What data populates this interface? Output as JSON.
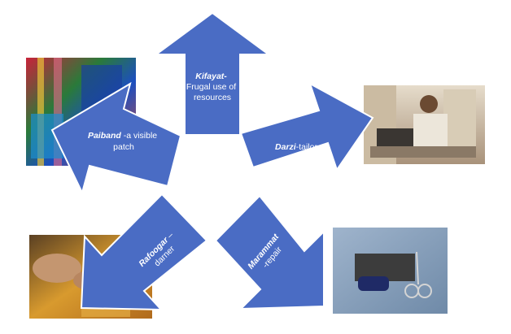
{
  "diagram": {
    "center_color": "#4a6cc4",
    "arrows": [
      {
        "id": "kifayat",
        "term": "Kifayat-",
        "meaning": "",
        "line2": "Frugal use of",
        "line3": "resources"
      },
      {
        "id": "darzi",
        "term": "Darzi",
        "meaning": "-tailor"
      },
      {
        "id": "marammat",
        "term": "Marammat",
        "meaning": "-repair"
      },
      {
        "id": "rafoogar",
        "term": "Rafoogar",
        "meaning": " –",
        "line2": "darner"
      },
      {
        "id": "paiband",
        "term": "Paiband",
        "meaning": " -a visible",
        "line2": "patch"
      }
    ],
    "images": [
      {
        "id": "textile-photo",
        "depicts": "colorful patched textile"
      },
      {
        "id": "tailor-photo",
        "depicts": "tailor at sewing machine"
      },
      {
        "id": "darning-photo",
        "depicts": "hands darning fabric"
      },
      {
        "id": "repair-kit-photo",
        "depicts": "denim with thread spool and scissors"
      }
    ]
  }
}
